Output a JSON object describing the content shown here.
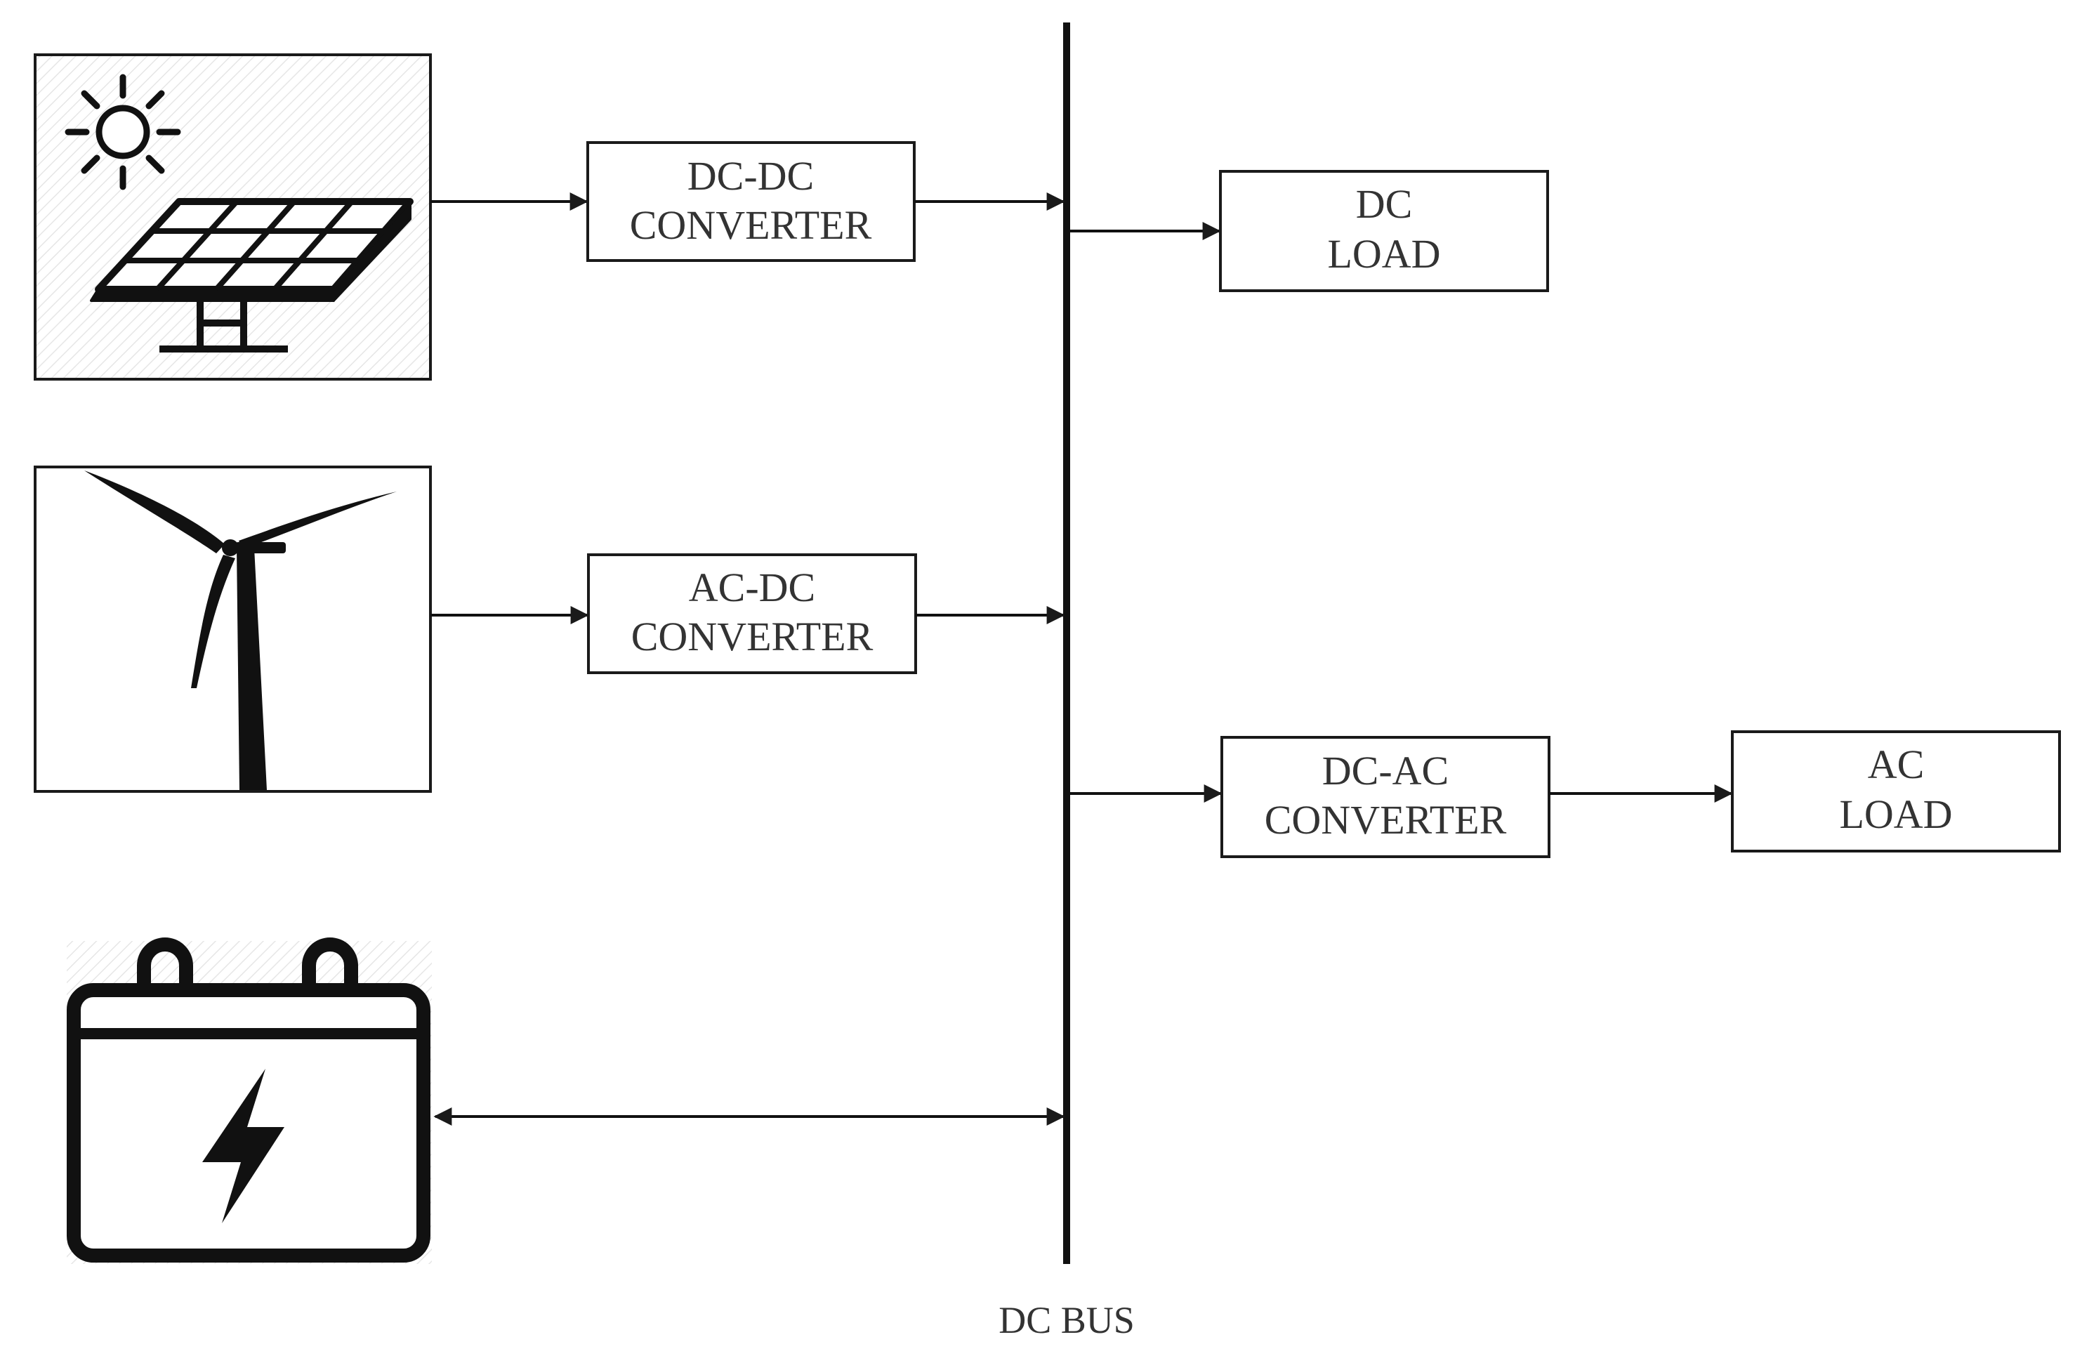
{
  "blocks": {
    "dcdc": {
      "line1": "DC-DC",
      "line2": "CONVERTER"
    },
    "acdc": {
      "line1": "AC-DC",
      "line2": "CONVERTER"
    },
    "dcload": {
      "line1": "DC",
      "line2": "LOAD"
    },
    "dcac": {
      "line1": "DC-AC",
      "line2": "CONVERTER"
    },
    "acload": {
      "line1": "AC",
      "line2": "LOAD"
    }
  },
  "bus": {
    "label": "DC BUS"
  },
  "icons": {
    "solar": "solar-panel-icon",
    "wind": "wind-turbine-icon",
    "battery": "battery-icon"
  },
  "colors": {
    "stroke": "#1a1a1a",
    "text": "#333333",
    "background": "#ffffff"
  }
}
